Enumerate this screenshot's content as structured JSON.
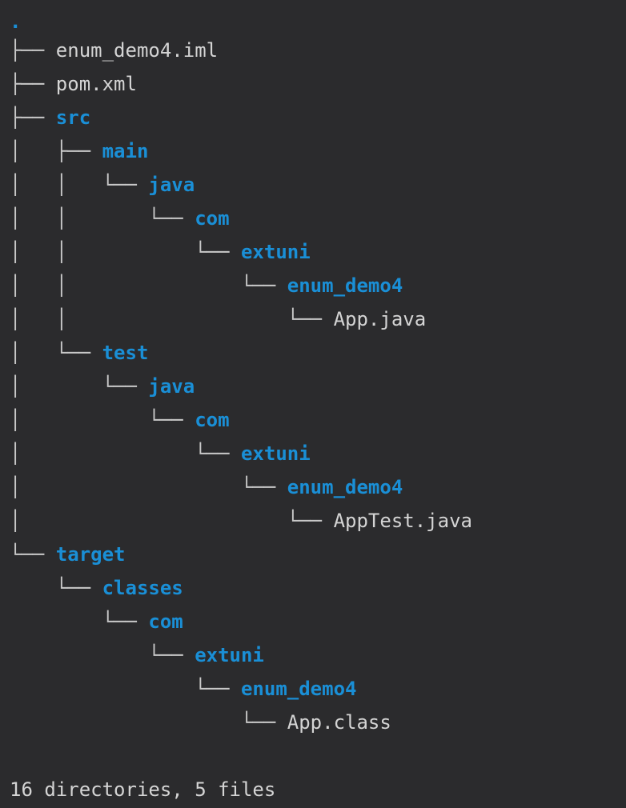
{
  "root": ".",
  "tree": [
    {
      "prefix": "├── ",
      "name": "enum_demo4.iml",
      "type": "file"
    },
    {
      "prefix": "├── ",
      "name": "pom.xml",
      "type": "file"
    },
    {
      "prefix": "├── ",
      "name": "src",
      "type": "dir"
    },
    {
      "prefix": "│   ├── ",
      "name": "main",
      "type": "dir"
    },
    {
      "prefix": "│   │   └── ",
      "name": "java",
      "type": "dir"
    },
    {
      "prefix": "│   │       └── ",
      "name": "com",
      "type": "dir"
    },
    {
      "prefix": "│   │           └── ",
      "name": "extuni",
      "type": "dir"
    },
    {
      "prefix": "│   │               └── ",
      "name": "enum_demo4",
      "type": "dir"
    },
    {
      "prefix": "│   │                   └── ",
      "name": "App.java",
      "type": "file"
    },
    {
      "prefix": "│   └── ",
      "name": "test",
      "type": "dir"
    },
    {
      "prefix": "│       └── ",
      "name": "java",
      "type": "dir"
    },
    {
      "prefix": "│           └── ",
      "name": "com",
      "type": "dir"
    },
    {
      "prefix": "│               └── ",
      "name": "extuni",
      "type": "dir"
    },
    {
      "prefix": "│                   └── ",
      "name": "enum_demo4",
      "type": "dir"
    },
    {
      "prefix": "│                       └── ",
      "name": "AppTest.java",
      "type": "file"
    },
    {
      "prefix": "└── ",
      "name": "target",
      "type": "dir"
    },
    {
      "prefix": "    └── ",
      "name": "classes",
      "type": "dir"
    },
    {
      "prefix": "        └── ",
      "name": "com",
      "type": "dir"
    },
    {
      "prefix": "            └── ",
      "name": "extuni",
      "type": "dir"
    },
    {
      "prefix": "                └── ",
      "name": "enum_demo4",
      "type": "dir"
    },
    {
      "prefix": "                    └── ",
      "name": "App.class",
      "type": "file"
    }
  ],
  "summary": "16 directories, 5 files",
  "colors": {
    "background": "#2b2b2d",
    "directory": "#1a8fd6",
    "file": "#d4d4d4"
  }
}
